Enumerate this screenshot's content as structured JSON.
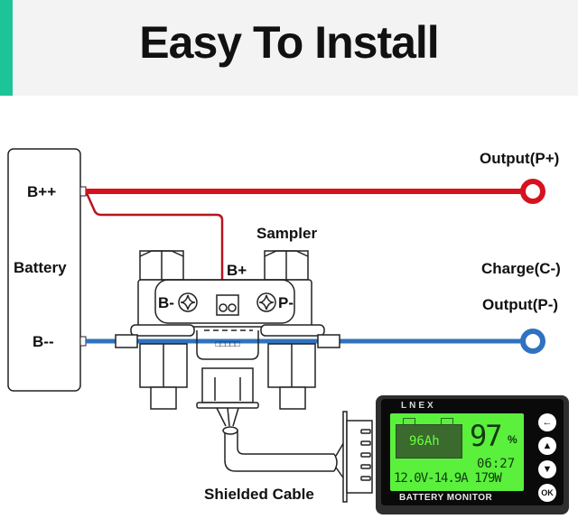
{
  "header": {
    "title": "Easy To Install",
    "accent_color": "#1dc497"
  },
  "battery": {
    "label": "Battery",
    "pos_terminal": "B++",
    "neg_terminal": "B--"
  },
  "sampler": {
    "label": "Sampler",
    "b_plus": "B+",
    "b_minus": "B-",
    "p_minus": "P-"
  },
  "outputs": {
    "positive": "Output(P+)",
    "charge": "Charge(C-)",
    "negative": "Output(P-)"
  },
  "cable": {
    "label": "Shielded Cable"
  },
  "colors": {
    "positive_wire": "#d7121f",
    "negative_wire": "#2f72bf",
    "lcd": "#5af03c"
  },
  "monitor": {
    "brand": "LNEX",
    "capacity": "96Ah",
    "percent": "97",
    "percent_unit": "%",
    "time": "06:27",
    "readout": "12.0V-14.9A 179W",
    "label": "BATTERY MONITOR",
    "buttons": [
      {
        "icon": "back-arrow",
        "glyph": "←"
      },
      {
        "icon": "up-arrow",
        "glyph": "▲"
      },
      {
        "icon": "down-arrow",
        "glyph": "▼"
      },
      {
        "icon": "ok",
        "glyph": "OK"
      }
    ]
  }
}
